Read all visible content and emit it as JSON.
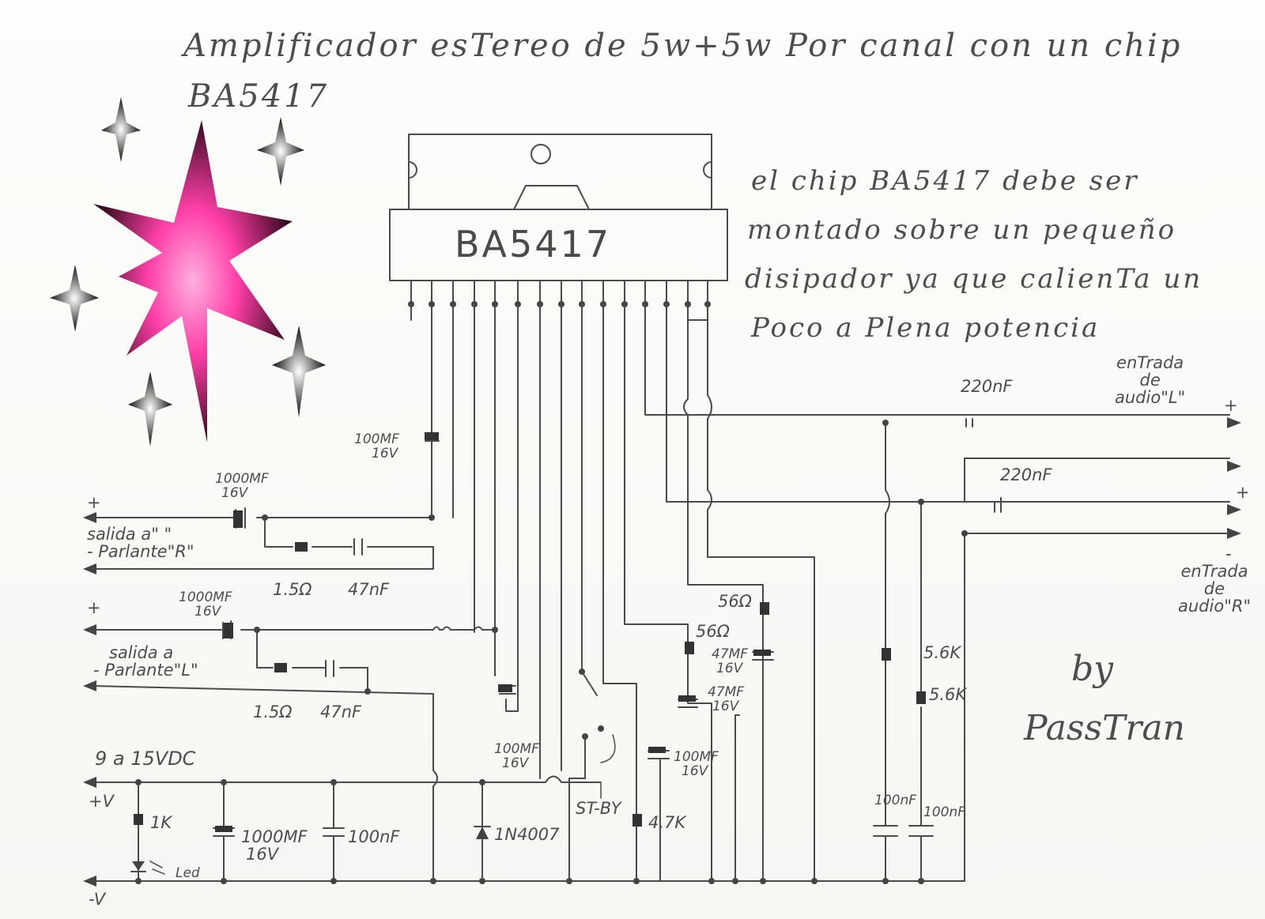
{
  "title": {
    "line1": "Amplificador esTereo de 5w+5w Por canal con un chip",
    "line2": "BA5417"
  },
  "note": {
    "lines": [
      "el chip BA5417 debe ser",
      "montado sobre un pequeño",
      "disipador ya que calienTa un",
      "Poco a Plena potencia"
    ]
  },
  "chip": {
    "label": "BA5417"
  },
  "inputs": {
    "left_label": [
      "enTrada",
      "de",
      "audio\"L\""
    ],
    "right_label": [
      "enTrada",
      "de",
      "audio\"R\""
    ],
    "cap_top": "220nF",
    "cap_mid": "220nF",
    "plus": "+",
    "minus": "-"
  },
  "outputs": {
    "right": {
      "plus": "+",
      "label": [
        "salida a\"  \"",
        "- Parlante\"R\""
      ],
      "cap": [
        "1000MF",
        "16V"
      ],
      "res": "1.5Ω",
      "cap_small": "47nF"
    },
    "left": {
      "plus": "+",
      "label": [
        "salida a",
        "- Parlante\"L\""
      ],
      "cap": [
        "1000MF",
        "16V"
      ],
      "res": "1.5Ω",
      "cap_small": "47nF"
    }
  },
  "components": {
    "c_100mf_top": [
      "100MF",
      "16V"
    ],
    "c_100mf_mid": [
      "100MF",
      "16V"
    ],
    "c_100mf_right": [
      "100MF",
      "16V"
    ],
    "c_47mf_a": [
      "47MF",
      "16V"
    ],
    "c_47mf_b": [
      "47MF",
      "16V"
    ],
    "r_56_a": "56Ω",
    "r_56_b": "56Ω",
    "r_5k6_a": "5.6K",
    "r_5k6_b": "5.6K",
    "c_100nf_a": "100nF",
    "c_100nf_b": "100nF",
    "r_4k7": "4.7K",
    "standby": "ST-BY",
    "diode": "1N4007"
  },
  "supply": {
    "voltage": "9 a 15VDC",
    "pos": "+V",
    "neg": "-V",
    "r_1k": "1K",
    "led": "Led",
    "cap_big": [
      "1000MF",
      "16V"
    ],
    "cap_small": "100nF"
  },
  "credit": {
    "by": "by",
    "name": "PassTran"
  },
  "colors": {
    "ink": "#4a4a4a",
    "paper": "#fbfbf9",
    "star_pink": "#ff3fa8"
  }
}
